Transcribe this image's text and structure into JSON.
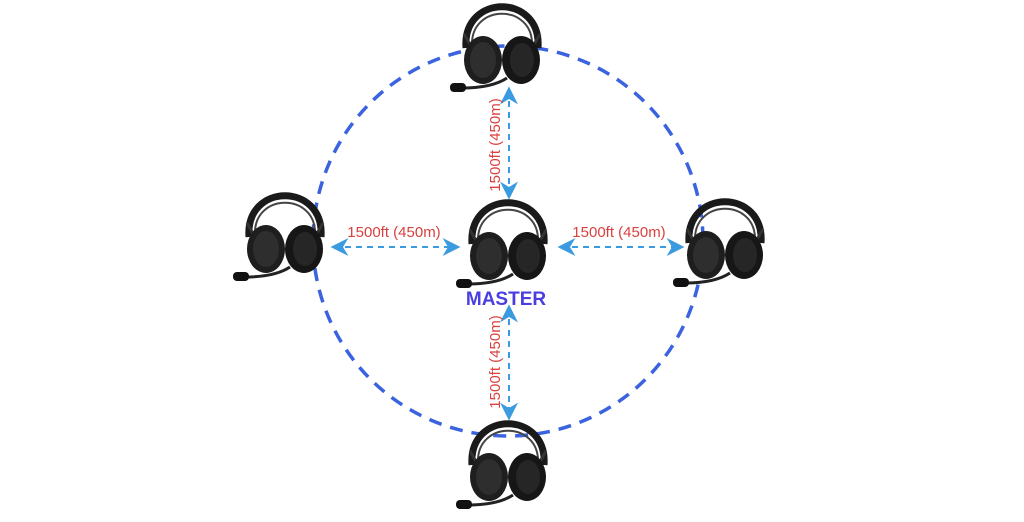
{
  "diagram": {
    "master_label": "MASTER",
    "distance_labels": {
      "top": "1500ft (450m)",
      "bottom": "1500ft (450m)",
      "left": "1500ft (450m)",
      "right": "1500ft (450m)"
    },
    "nodes": [
      "top-headset",
      "left-headset",
      "master-headset",
      "right-headset",
      "bottom-headset"
    ],
    "colors": {
      "range_circle": "#3b63e0",
      "arrows": "#3a9be0",
      "distance_text": "#d9413f",
      "master_text": "#4a3ee0",
      "headset": "#1c1c1c"
    }
  }
}
